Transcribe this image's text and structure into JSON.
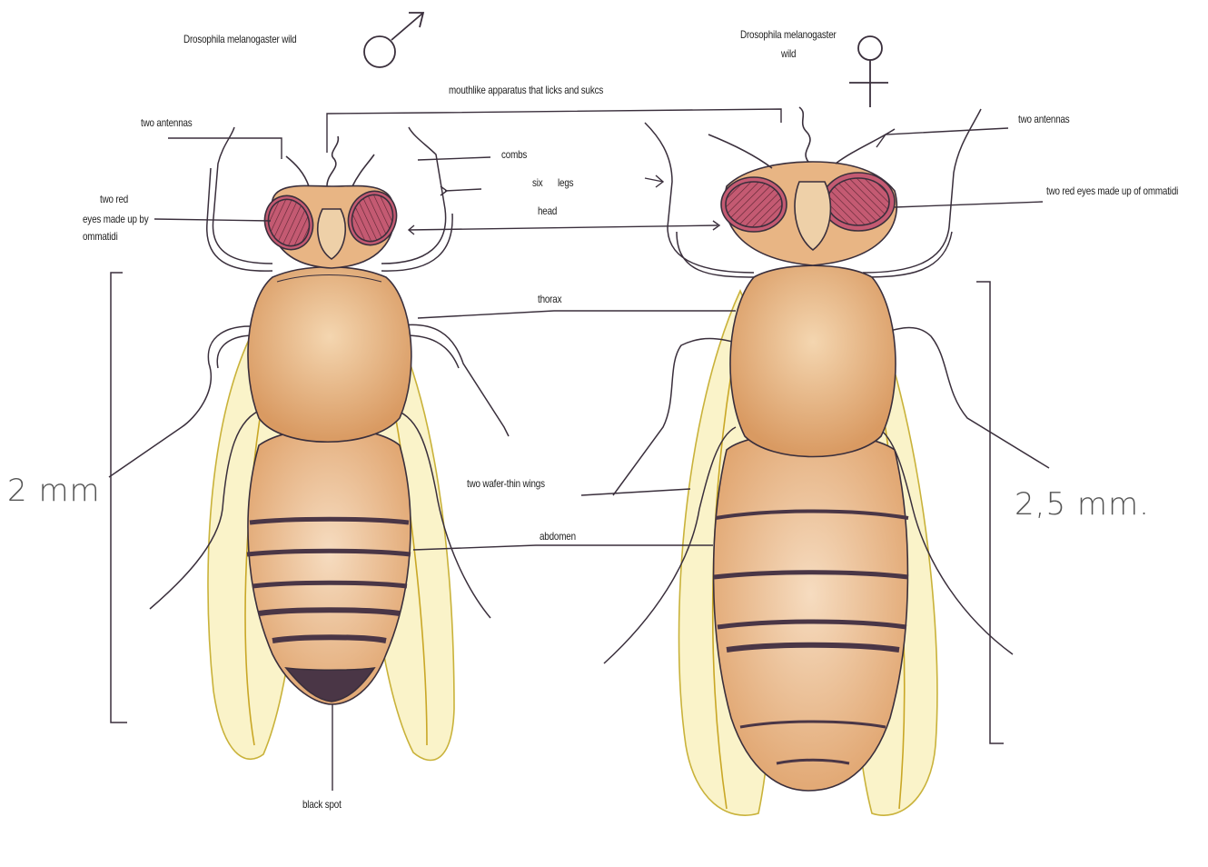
{
  "titles": {
    "male_species": "Drosophila melanogaster wild",
    "female_species_line1": "Drosophila melanogaster",
    "female_species_line2": "wild"
  },
  "symbols": {
    "male": "male-symbol",
    "female": "female-symbol"
  },
  "labels": {
    "mouth": "mouthlike apparatus that licks and sukcs",
    "antennas_left": "two antennas",
    "antennas_right": "two antennas",
    "combs": "combs",
    "six": "six",
    "legs": "legs",
    "head": "head",
    "eyes_left_l1": "two red",
    "eyes_left_l2": "eyes made up by",
    "eyes_left_l3": "ommatidi",
    "eyes_right": "two red eyes made up of ommatidi",
    "thorax": "thorax",
    "wings": "two wafer-thin wings",
    "abdomen": "abdomen",
    "black_spot": "black spot"
  },
  "scale": {
    "male": "2 mm",
    "female": "2,5 mm."
  },
  "colors": {
    "ink": "#3a2f3c",
    "eye": "#c45a72",
    "thorax": "#e0a870",
    "abdomen": "#e9b987",
    "wing": "#f3e27a",
    "stripe": "#4a3646"
  }
}
